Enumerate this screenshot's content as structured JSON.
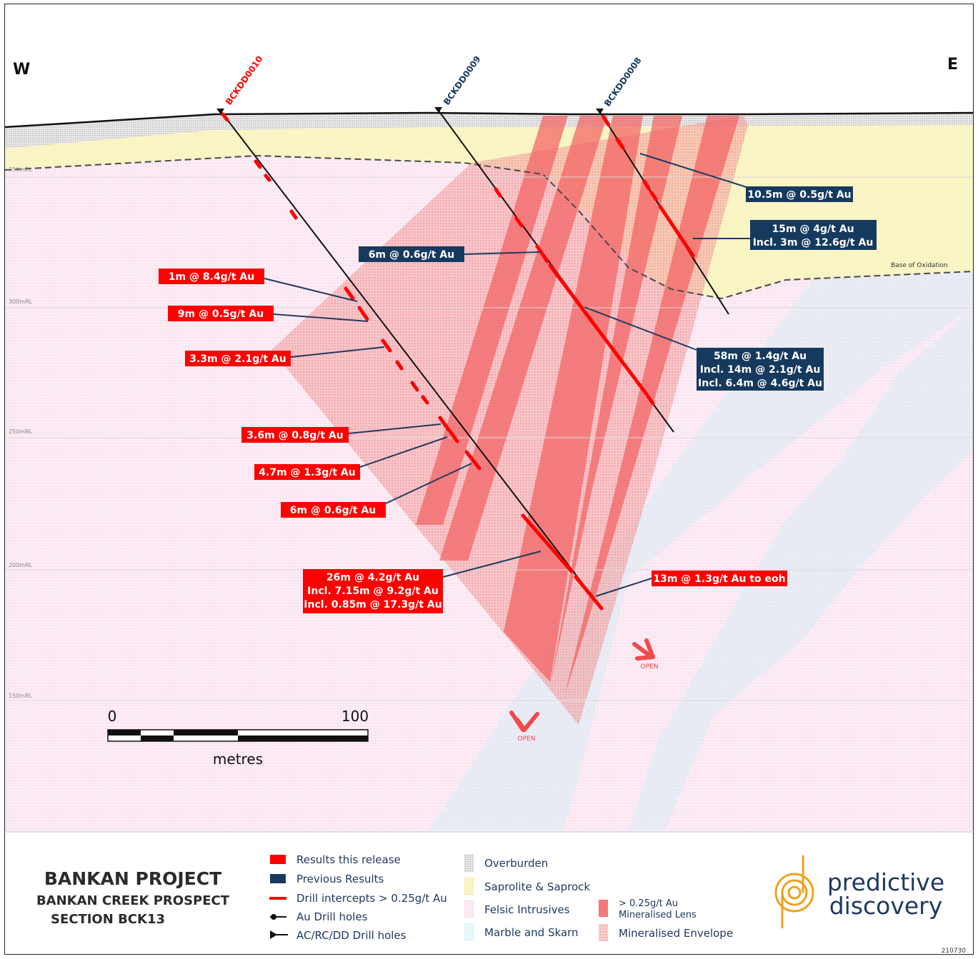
{
  "compass": {
    "west": "W",
    "east": "E"
  },
  "holes": [
    {
      "id": "BCKDD0010",
      "color": "#ff0000"
    },
    {
      "id": "BCKDD0009",
      "color": "#163a5e"
    },
    {
      "id": "BCKDD0008",
      "color": "#163a5e"
    }
  ],
  "rl_labels": [
    "350mRL",
    "300mRL",
    "250mRL",
    "200mRL",
    "150mRL"
  ],
  "oxidation_label": "Base of Oxidation",
  "intercepts": {
    "i1": "10.5m @ 0.5g/t Au",
    "i2a": "15m @ 4g/t Au",
    "i2b": "Incl. 3m @ 12.6g/t Au",
    "i3": "6m @ 0.6g/t Au",
    "i4": "1m @ 8.4g/t Au",
    "i5": "9m @ 0.5g/t Au",
    "i6": "3.3m @ 2.1g/t Au",
    "i7a": "58m @ 1.4g/t Au",
    "i7b": "Incl. 14m @ 2.1g/t Au",
    "i7c": "Incl. 6.4m @ 4.6g/t Au",
    "i8": "3.6m @ 0.8g/t Au",
    "i9": "4.7m @ 1.3g/t Au",
    "i10": "6m @ 0.6g/t Au",
    "i11a": "26m @ 4.2g/t Au",
    "i11b": "Incl. 7.15m @ 9.2g/t Au",
    "i11c": "Incl. 0.85m @ 17.3g/t Au",
    "i12": "13m @ 1.3g/t Au to eoh"
  },
  "open_label": "OPEN",
  "scale": {
    "start": "0",
    "end": "100",
    "unit": "metres"
  },
  "title": {
    "project": "BANKAN PROJECT",
    "prospect": "BANKAN CREEK PROSPECT",
    "section": "SECTION BCK13"
  },
  "legend": {
    "results_release": "Results this release",
    "previous_results": "Previous Results",
    "drill_intercepts": "Drill intercepts > 0.25g/t Au",
    "au_drill_holes": "Au Drill holes",
    "ac_drill_holes": "AC/RC/DD Drill holes",
    "overburden": "Overburden",
    "saprolite": "Saprolite & Saprock",
    "felsic": "Felsic Intrusives",
    "marble": "Marble and Skarn",
    "lens_line1": "> 0.25g/t Au",
    "lens_line2": "Mineralised Lens",
    "envelope": "Mineralised Envelope"
  },
  "logo": {
    "line1": "predictive",
    "line2": "discovery"
  },
  "doc_code": "210730",
  "colors": {
    "red": "#ff0000",
    "navy": "#163a5e",
    "brand_gold": "#f0a11a",
    "brand_navy": "#1f3a60"
  }
}
